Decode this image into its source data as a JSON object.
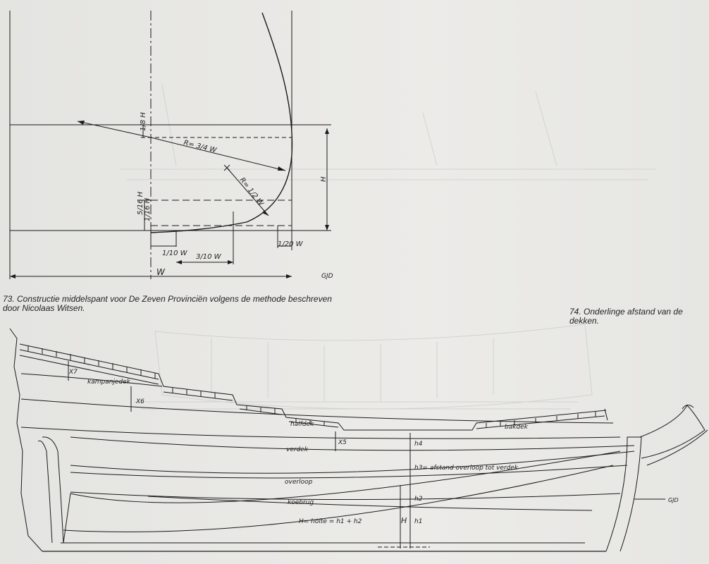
{
  "captions": {
    "fig73_line1": "73. Constructie middelspant voor De Zeven Provinciën volgens de methode beschreven",
    "fig73_line2": "door Nicolaas Witsen.",
    "fig74": "74. Onderlinge afstand van de dekken."
  },
  "fig73_labels": {
    "h_eighth": "1/8 H",
    "radius_large": "R= 3/4 W",
    "radius_small": "R= 1/2 W",
    "h_total": "H",
    "h_five_sixteenths": "5/16 H",
    "h_one_sixteenth": "1/16 H",
    "w_tenth": "1/10 W",
    "w_three_tenths": "3/10 W",
    "w_twentieth": "1/20 W",
    "w_total": "W",
    "signature": "GJD"
  },
  "fig74_labels": {
    "x7": "X7",
    "kampanjedek": "kampanjedek",
    "x6": "X6",
    "halfdek": "halfdek",
    "bakdek": "bakdek",
    "x5": "X5",
    "h4": "h4",
    "verdek": "verdek",
    "h3": "h3= afstand overloop tot verdek",
    "overloop": "overloop",
    "h2": "h2",
    "koebrug": "koebrug",
    "hformula": "H= holte = h1 + h2",
    "H": "H",
    "h1": "h1",
    "signature": "GJD"
  }
}
